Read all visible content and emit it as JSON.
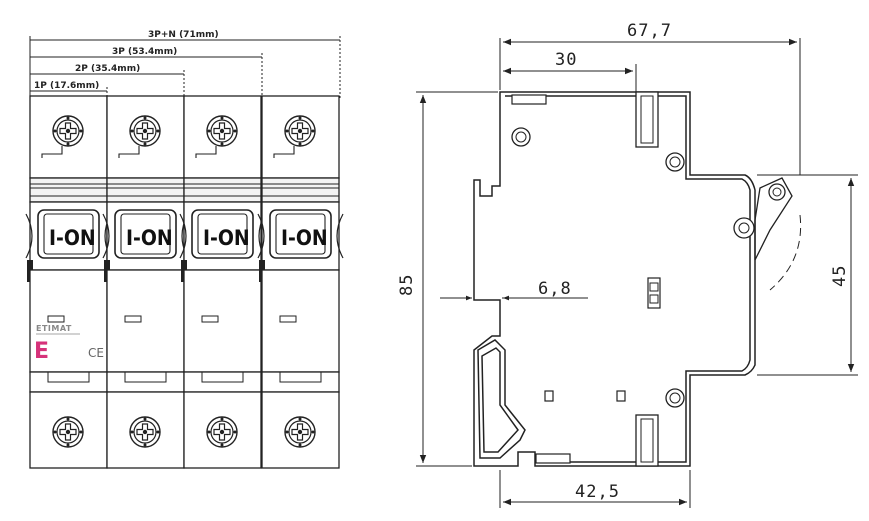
{
  "front_view": {
    "width_labels": [
      "1P (17.6mm)",
      "2P (35.4mm)",
      "3P (53.4mm)",
      "3P+N (71mm)"
    ],
    "switch_label": "I-ON",
    "brand": "ETIMAT",
    "ce_mark": "CE",
    "logo_letter": "E"
  },
  "side_view": {
    "dimensions": {
      "total_depth": "67,7",
      "front_depth": "30",
      "rail_depth": "42,5",
      "height": "85",
      "front_height": "45",
      "rail_offset": "6,8"
    }
  }
}
